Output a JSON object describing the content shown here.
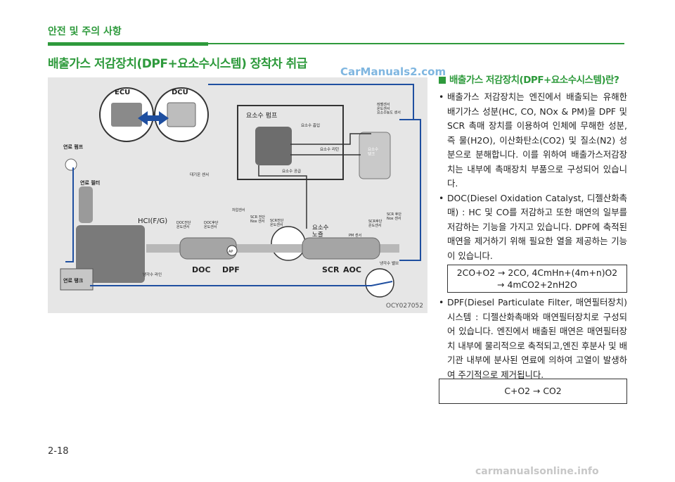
{
  "header": {
    "section_label": "안전 및 주의 사항",
    "page_title": "배출가스 저감장치(DPF+요소수시스템) 장착차 취급"
  },
  "watermark_top": "CarManuals2.com",
  "figure": {
    "code": "OCY027052",
    "labels": {
      "ecu": "ECU",
      "dcu": "DCU",
      "fuel_pump": "연료 펌프",
      "fuel_filter": "연료 필터",
      "fuel_tank": "연료 탱크",
      "urea_pump": "요소수 펌프",
      "urea_suction": "요소수 흡입",
      "urea_return": "요소수 리턴",
      "urea_supply": "요소수 공급",
      "level_sensor": "레벨센서\n온도센서\n요소수농도 센서",
      "urea_tank": "요소수\n탱크",
      "air_sensor": "대기온 센서",
      "hci": "HCI(F/G)",
      "doc_front": "DOC전단\n온도센서",
      "doc_rear": "DOC후단\n온도센서",
      "diff_pressure": "차압센서",
      "scr_front_nox": "SCR 전단\nNox 센서",
      "scr_front_temp": "SCR전단\n온도센서",
      "urea_nozzle": "요소수\n노즐",
      "pm_sensor": "PM 센서",
      "scr_rear_temp": "SCR후단\n온도센서",
      "scr_rear_nox": "SCR 후단\nNox 센서",
      "coolant_valve": "냉각수 밸브",
      "coolant_line": "냉각수 라인",
      "doc": "DOC",
      "dpf": "DPF",
      "scr": "SCR",
      "aoc": "AOC",
      "ap": "AP"
    }
  },
  "section": {
    "heading": "배출가스 저감장치(DPF+요소수시스템)란?",
    "bullets": [
      "배출가스 저감장치는 엔진에서 배출되는 유해한 배기가스 성분(HC, CO, NOx & PM)을 DPF 및 SCR 촉매 장치를 이용하여 인체에 무해한 성분, 즉 물(H2O), 이산화탄소(CO2) 및 질소(N2) 성분으로 분해합니다. 이를 위하여 배출가스저감장치는 내부에 촉매장치 부품으로 구성되어 있습니다.",
      "DOC(Diesel Oxidation Catalyst, 디젤산화촉매) : HC 및 CO를 저감하고 또한 매연의 일부를 저감하는 기능을 가지고 있습니다. DPF에 축적된 매연을 제거하기 위해 필요한 열을 제공하는 기능이 있습니다.",
      "DPF(Diesel Particulate Filter, 매연필터장치) 시스템 : 디젤산화촉매와 매연필터장치로 구성되어 있습니다. 엔진에서 배출된 매연은 매연필터장치 내부에 물리적으로 축적되고,엔진 후분사 및 배기관 내부에 분사된 연료에 의하여 고열이 발생하여 주기적으로 제거됩니다."
    ],
    "formula1_line1": "2CO+O2 → 2CO, 4CmHn+(4m+n)O2",
    "formula1_line2": "→ 4mCO2+2nH2O",
    "formula2": "C+O2 → CO2",
    "bullet_symbol": "•"
  },
  "page_number": "2-18",
  "footer_watermark": "carmanualsonline.info",
  "colors": {
    "accent": "#2e9a3c",
    "watermark": "#7fb6e0",
    "line_blue": "#1f4fa0"
  }
}
